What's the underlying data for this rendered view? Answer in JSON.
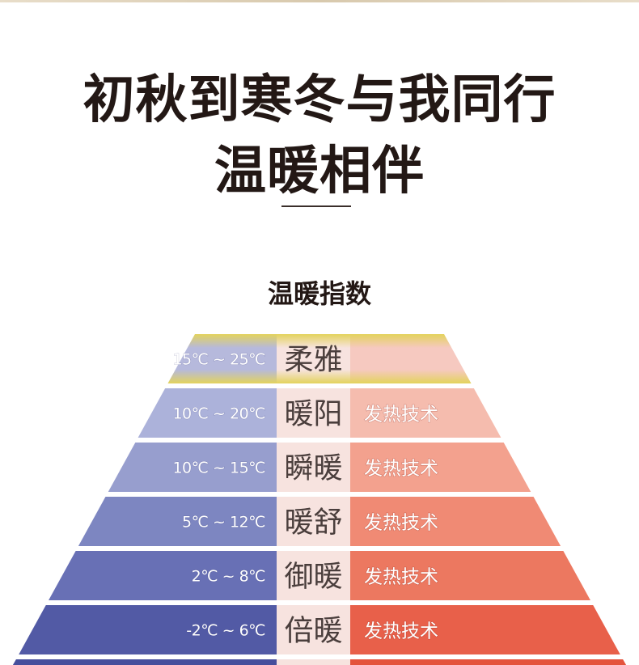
{
  "headline": {
    "line1": "初秋到寒冬与我同行",
    "line2": "温暖相伴"
  },
  "subtitle": "温暖指数",
  "tiers": [
    {
      "temp": "15℃ ~ 25℃",
      "level": "柔雅",
      "tech": "",
      "left_color": "#b6b9dc",
      "right_color": "#f6c9c0",
      "top_accent": "#e3d35c"
    },
    {
      "temp": "10℃ ~ 20℃",
      "level": "暖阳",
      "tech": "发热技术",
      "left_color": "#acb2da",
      "right_color": "#f5bcae"
    },
    {
      "temp": "10℃ ~ 15℃",
      "level": "瞬暖",
      "tech": "发热技术",
      "left_color": "#979ece",
      "right_color": "#f3a18e"
    },
    {
      "temp": "5℃ ~ 12℃",
      "level": "暖舒",
      "tech": "发热技术",
      "left_color": "#7d86c1",
      "right_color": "#f08a74"
    },
    {
      "temp": "2℃ ~ 8℃",
      "level": "御暖",
      "tech": "发热技术",
      "left_color": "#6870b5",
      "right_color": "#ec7860"
    },
    {
      "temp": "-2℃ ~ 6℃",
      "level": "倍暖",
      "tech": "发热技术",
      "left_color": "#525aa5",
      "right_color": "#e8604a"
    }
  ],
  "colors": {
    "center_band": "#f7e3df",
    "headline_text": "#231815"
  }
}
